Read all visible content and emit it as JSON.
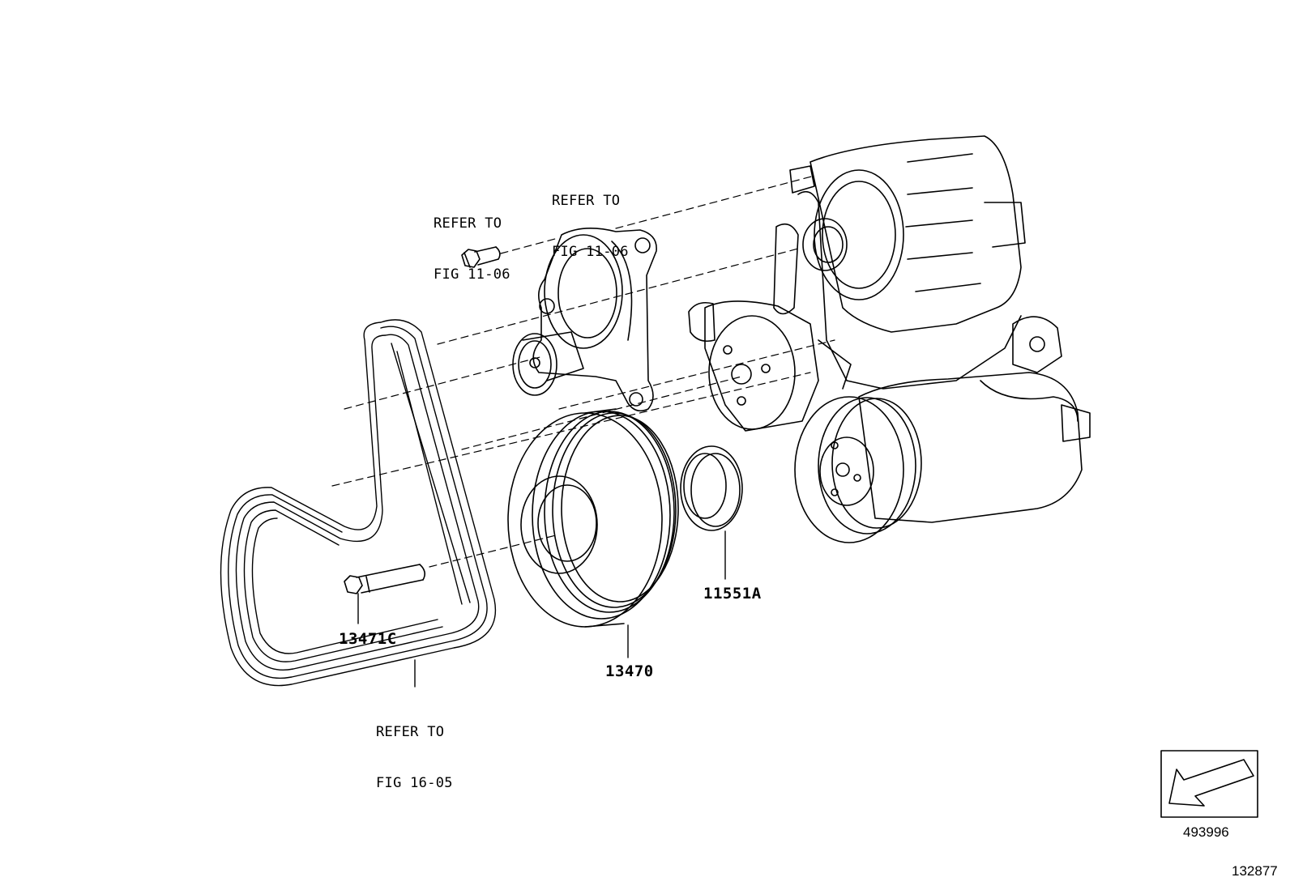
{
  "refs": {
    "bolt": [
      "REFER TO",
      "FIG 11-06"
    ],
    "tensioner": [
      "REFER TO",
      "FIG 11-06"
    ],
    "belt": [
      "REFER TO",
      "FIG 16-05"
    ]
  },
  "parts": {
    "bolt": "13471C",
    "pulley": "13470",
    "seal": "11551A"
  },
  "arrow_box_code": "493996",
  "figure_code": "132877",
  "colors": {
    "line": "#000000",
    "background": "#ffffff"
  }
}
